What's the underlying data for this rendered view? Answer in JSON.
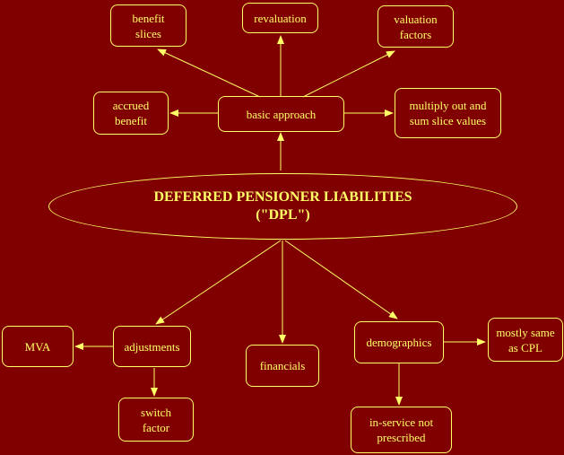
{
  "colors": {
    "background": "#800000",
    "foreground": "#ffff66"
  },
  "center": {
    "label": "DEFERRED PENSIONER LIABILITIES\n(\"DPL\")"
  },
  "nodes": {
    "benefit_slices": "benefit\nslices",
    "revaluation": "revaluation",
    "valuation_factors": "valuation\nfactors",
    "accrued_benefit": "accrued\nbenefit",
    "basic_approach": "basic approach",
    "multiply_out": "multiply out and\nsum slice values",
    "mva": "MVA",
    "adjustments": "adjustments",
    "financials": "financials",
    "demographics": "demographics",
    "mostly_same": "mostly same\nas CPL",
    "switch_factor": "switch\nfactor",
    "in_service": "in-service not\nprescribed"
  }
}
